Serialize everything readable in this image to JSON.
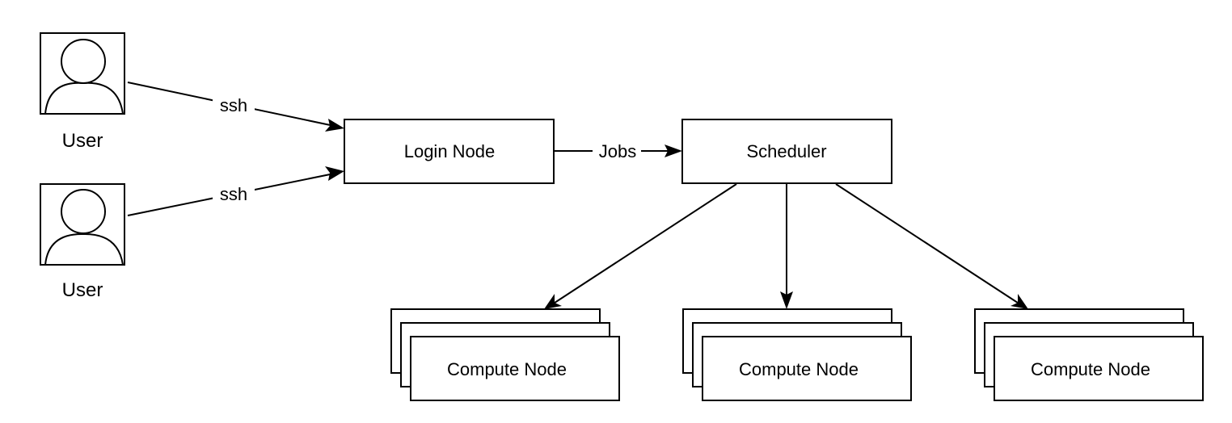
{
  "users": [
    {
      "label": "User"
    },
    {
      "label": "User"
    }
  ],
  "edges": {
    "ssh_top": "ssh",
    "ssh_bottom": "ssh",
    "jobs": "Jobs"
  },
  "nodes": {
    "login": "Login Node",
    "scheduler": "Scheduler",
    "compute": [
      "Compute Node",
      "Compute Node",
      "Compute Node"
    ]
  },
  "colors": {
    "stroke": "#000000",
    "fill": "#ffffff"
  }
}
